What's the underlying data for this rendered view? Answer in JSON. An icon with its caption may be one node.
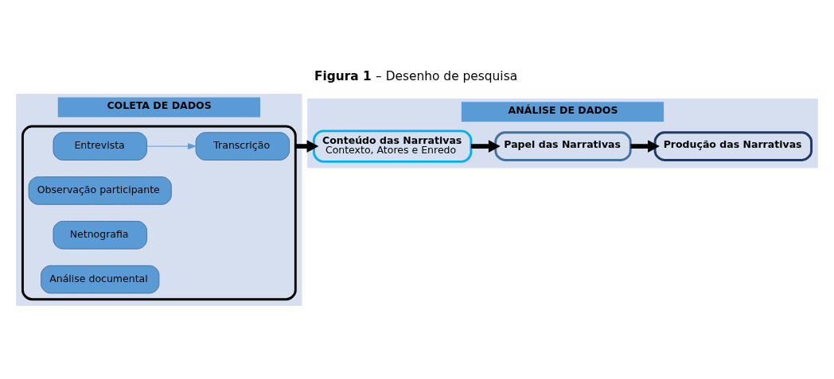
{
  "diagram": {
    "title": "**Figura 1** – Desenho de pesquisa",
    "nodes": [
      {
        "text": [
          "COLETA DE DADOS"
        ]
      },
      {
        "text": [],
        "shape": "box",
        "in": 0
      },
      {
        "text": [
          "Análise documental"
        ],
        "in": 1
      },
      {
        "text": [
          "Netnografia"
        ],
        "in": 1
      },
      {
        "text": [
          "Observação participante"
        ],
        "in": 1
      },
      {
        "text": [
          "Entrevista"
        ],
        "in": 1
      },
      {
        "text": [
          "Transcrição"
        ],
        "in": 1
      },
      {
        "text": [
          "ANÁLISE DE DADOS"
        ]
      },
      {
        "text": [
          "Conteúdo das Narrativas",
          "Contexto, Atores e Enredo"
        ],
        "in": 7
      },
      {
        "text": [
          "Papel das Narrativas"
        ],
        "in": 7
      },
      {
        "text": [
          "Produção das Narrativas"
        ],
        "in": 7
      }
    ],
    "edges": [
      {
        "from": 5,
        "to": 6,
        "arrow": "to",
        "color": "#5b9bd5"
      },
      {
        "from": 1,
        "to": 8,
        "arrow": "to"
      },
      {
        "from": 8,
        "to": 9,
        "arrow": "to"
      },
      {
        "from": 9,
        "to": 10,
        "arrow": "to"
      }
    ]
  }
}
